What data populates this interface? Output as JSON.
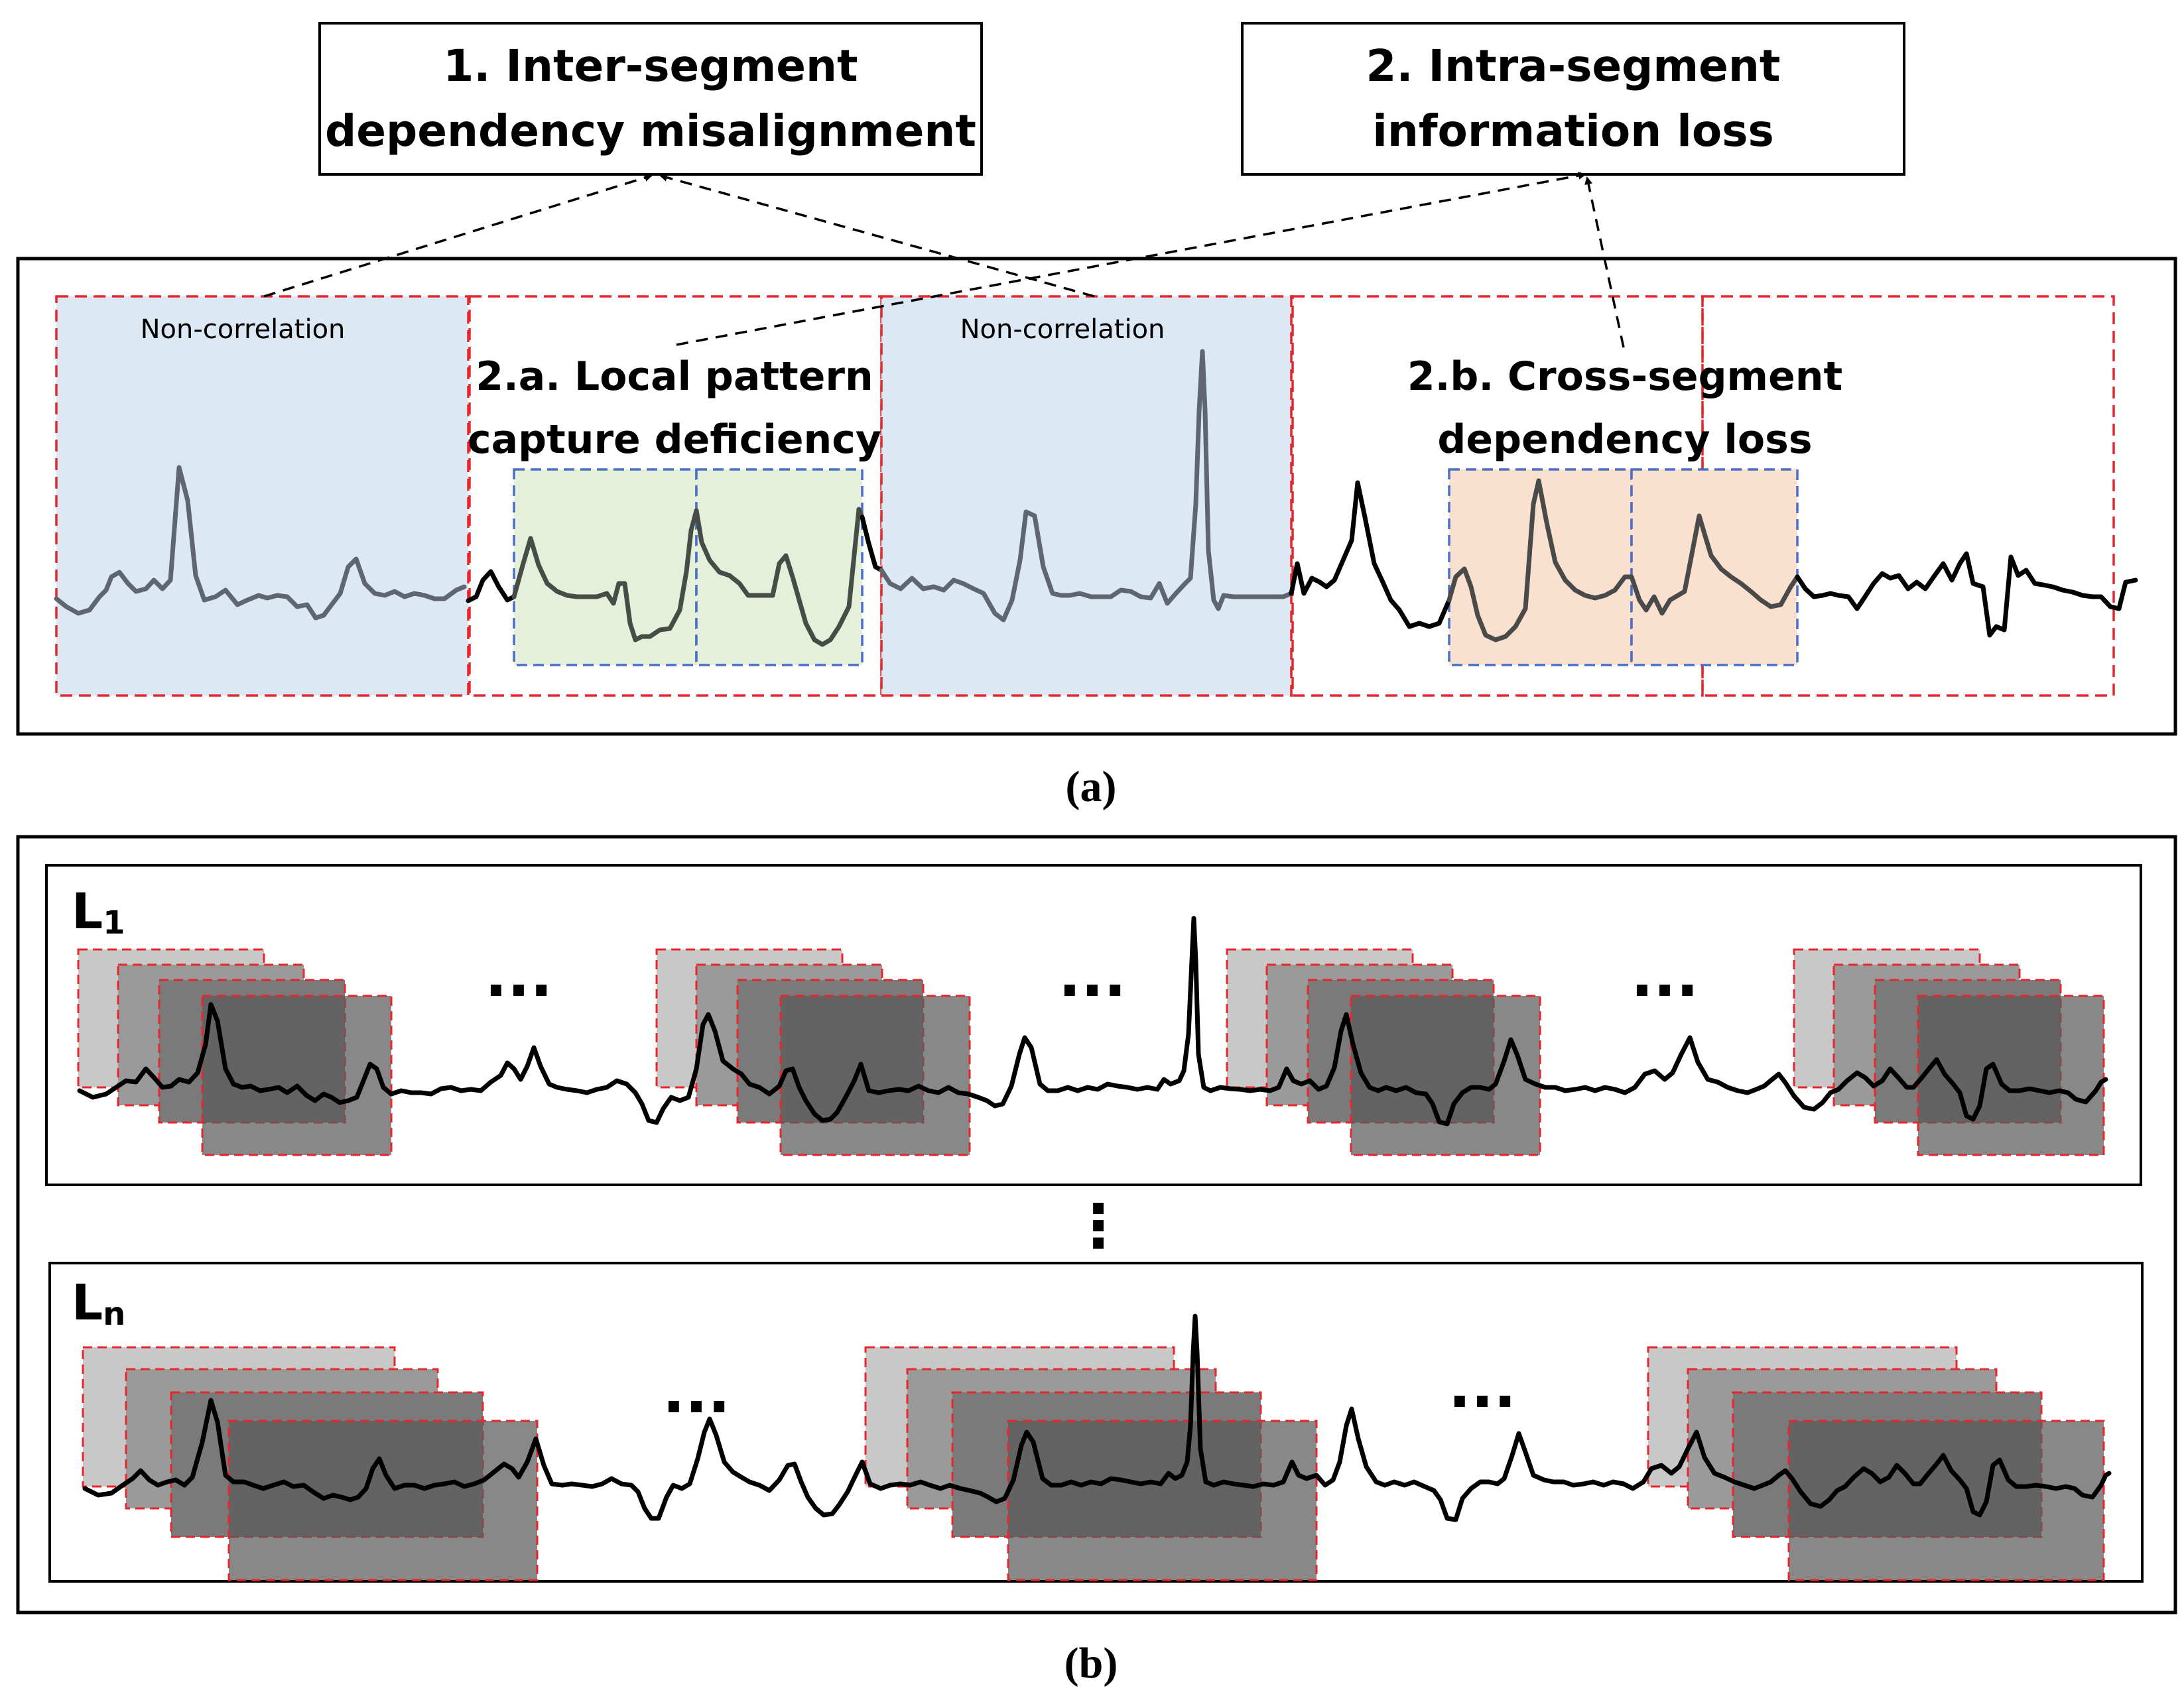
{
  "panel_a": {
    "issue_1": [
      "1. Inter-segment",
      "dependency misalignment"
    ],
    "issue_2": [
      "2. Intra-segment",
      "information loss"
    ],
    "non_correlation_left": "Non-correlation",
    "non_correlation_right": "Non-correlation",
    "sub_2a": [
      "2.a. Local pattern",
      "capture deficiency"
    ],
    "sub_2b": [
      "2.b. Cross-segment",
      "dependency loss"
    ],
    "caption": "(a)"
  },
  "panel_b": {
    "level_first": {
      "letter": "L",
      "subscript": "1"
    },
    "level_last": {
      "letter": "L",
      "subscript": "n"
    },
    "ellipsis": "...",
    "vertical_ellipsis": "⋮",
    "caption": "(b)"
  },
  "colors": {
    "segment_border": "#e8262b",
    "patch_border": "#4a6fc7",
    "non_correlation_fill": "#dce8f4",
    "local_pattern_fill": "#e4f0d9",
    "cross_segment_fill": "#f9e0cf",
    "signal_dark": "#000000",
    "signal_faded": "#5f6670",
    "window_light": "#c8c8c8",
    "window_dark": "#5a5a5a"
  }
}
